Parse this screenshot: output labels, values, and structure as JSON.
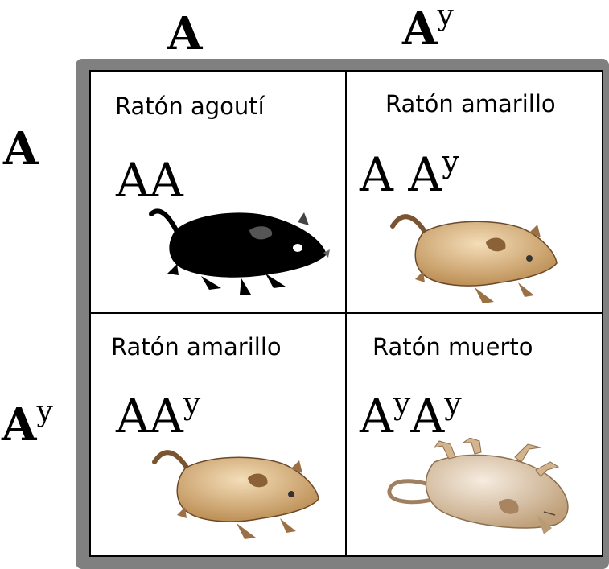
{
  "col_headers": [
    {
      "base": "A",
      "sup": ""
    },
    {
      "base": "A",
      "sup": "y"
    }
  ],
  "row_headers": [
    {
      "base": "A",
      "sup": ""
    },
    {
      "base": "A",
      "sup": "y"
    }
  ],
  "cells": [
    {
      "label": "Ratón agoutí",
      "g1": "A",
      "g1_sup": "",
      "g2": "A",
      "g2_sup": "",
      "mouse": "black-mouse-icon"
    },
    {
      "label": "Ratón amarillo",
      "g1": "A",
      "g1_sup": "",
      "g2": "A",
      "g2_sup": "y",
      "mouse": "yellow-mouse-icon"
    },
    {
      "label": "Ratón amarillo",
      "g1": "A",
      "g1_sup": "",
      "g2": "A",
      "g2_sup": "y",
      "mouse": "yellow-mouse-icon"
    },
    {
      "label": "Ratón muerto",
      "g1": "A",
      "g1_sup": "y",
      "g2": "A",
      "g2_sup": "y",
      "mouse": "dead-mouse-icon"
    }
  ],
  "colors": {
    "frame": "#808080",
    "black_mouse": "#000000",
    "yellow_mouse": "#d9b583",
    "dead_mouse": "#d8c0a2"
  }
}
